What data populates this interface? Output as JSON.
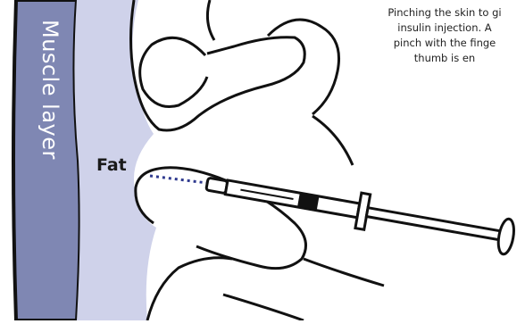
{
  "labels": {
    "muscle": "Muscle layer",
    "fat": "Fat"
  },
  "caption": {
    "lines": [
      "Pinching the skin to gi",
      "insulin injection. A",
      "pinch with the finge",
      "thumb is en"
    ]
  },
  "colors": {
    "muscle": "#7f87b3",
    "fat": "#cfd2ea",
    "outline": "#111111",
    "needle_dots": "#2f3a8f"
  }
}
